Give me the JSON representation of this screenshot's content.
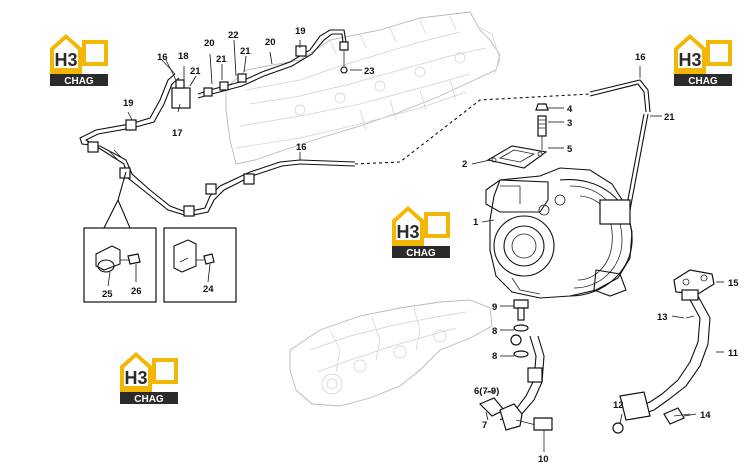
{
  "logo": {
    "mark": "H3",
    "word": "CHAG",
    "colors": {
      "yellow": "#f2b705",
      "dark": "#2b2b2b",
      "white": "#ffffff"
    }
  },
  "callouts": {
    "c16a": "16",
    "c18": "18",
    "c20a": "20",
    "c22": "22",
    "c20b": "20",
    "c19a": "19",
    "c21a": "21",
    "c21b": "21",
    "c21c": "21",
    "c23": "23",
    "c19b": "19",
    "c17": "17",
    "c16b": "16",
    "c16c": "16",
    "c21d": "21",
    "c4": "4",
    "c3": "3",
    "c5": "5",
    "c2": "2",
    "c1": "1",
    "c25": "25",
    "c26": "26",
    "c24": "24",
    "c15": "15",
    "c9": "9",
    "c8a": "8",
    "c8b": "8",
    "c13": "13",
    "c11": "11",
    "c6": "6(7-9)",
    "c7": "7",
    "c12": "12",
    "c14": "14",
    "c10": "10"
  }
}
